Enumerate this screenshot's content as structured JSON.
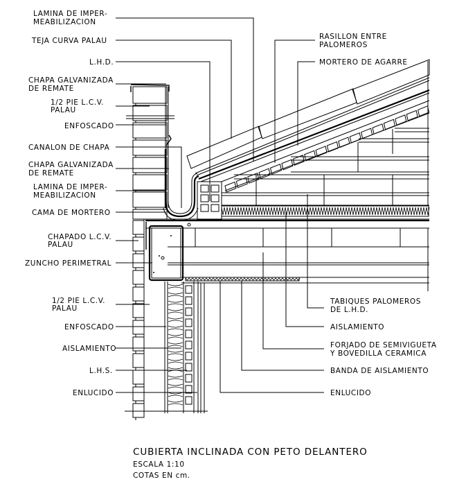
{
  "drawing": {
    "title": "CUBIERTA INCLINADA CON PETO DELANTERO",
    "scale": "ESCALA 1:10",
    "units": "COTAS EN cm.",
    "colors": {
      "line": "#000000",
      "background": "#ffffff"
    }
  },
  "labels_left": [
    {
      "lines": [
        "LAMINA DE IMPER-",
        "MEABILIZACION"
      ]
    },
    {
      "lines": [
        "TEJA CURVA PALAU"
      ]
    },
    {
      "lines": [
        "L.H.D."
      ]
    },
    {
      "lines": [
        "CHAPA GALVANIZADA",
        "DE REMATE"
      ]
    },
    {
      "lines": [
        "1/2 PIE L.C.V.",
        "PALAU"
      ]
    },
    {
      "lines": [
        "ENFOSCADO"
      ]
    },
    {
      "lines": [
        "CANALON DE CHAPA"
      ]
    },
    {
      "lines": [
        "CHAPA GALVANIZADA",
        "DE REMATE"
      ]
    },
    {
      "lines": [
        "LAMINA DE IMPER-",
        "MEABILIZACION"
      ]
    },
    {
      "lines": [
        "CAMA DE MORTERO"
      ]
    },
    {
      "lines": [
        "CHAPADO L.C.V.",
        "PALAU"
      ]
    },
    {
      "lines": [
        "ZUNCHO PERIMETRAL"
      ]
    },
    {
      "lines": [
        "1/2 PIE L.C.V.",
        "PALAU"
      ]
    },
    {
      "lines": [
        "ENFOSCADO"
      ]
    },
    {
      "lines": [
        "AISLAMIENTO"
      ]
    },
    {
      "lines": [
        "L.H.S."
      ]
    },
    {
      "lines": [
        "ENLUCIDO"
      ]
    }
  ],
  "labels_right": [
    {
      "lines": [
        "RASILLON ENTRE",
        "PALOMEROS"
      ]
    },
    {
      "lines": [
        "MORTERO DE AGARRE"
      ]
    },
    {
      "lines": [
        "TABIQUES PALOMEROS",
        "DE L.H.D."
      ]
    },
    {
      "lines": [
        "AISLAMIENTO"
      ]
    },
    {
      "lines": [
        "FORJADO DE SEMIVIGUETA",
        "Y BOVEDILLA CERAMICA"
      ]
    },
    {
      "lines": [
        "BANDA DE AISLAMIENTO"
      ]
    },
    {
      "lines": [
        "ENLUCIDO"
      ]
    }
  ]
}
